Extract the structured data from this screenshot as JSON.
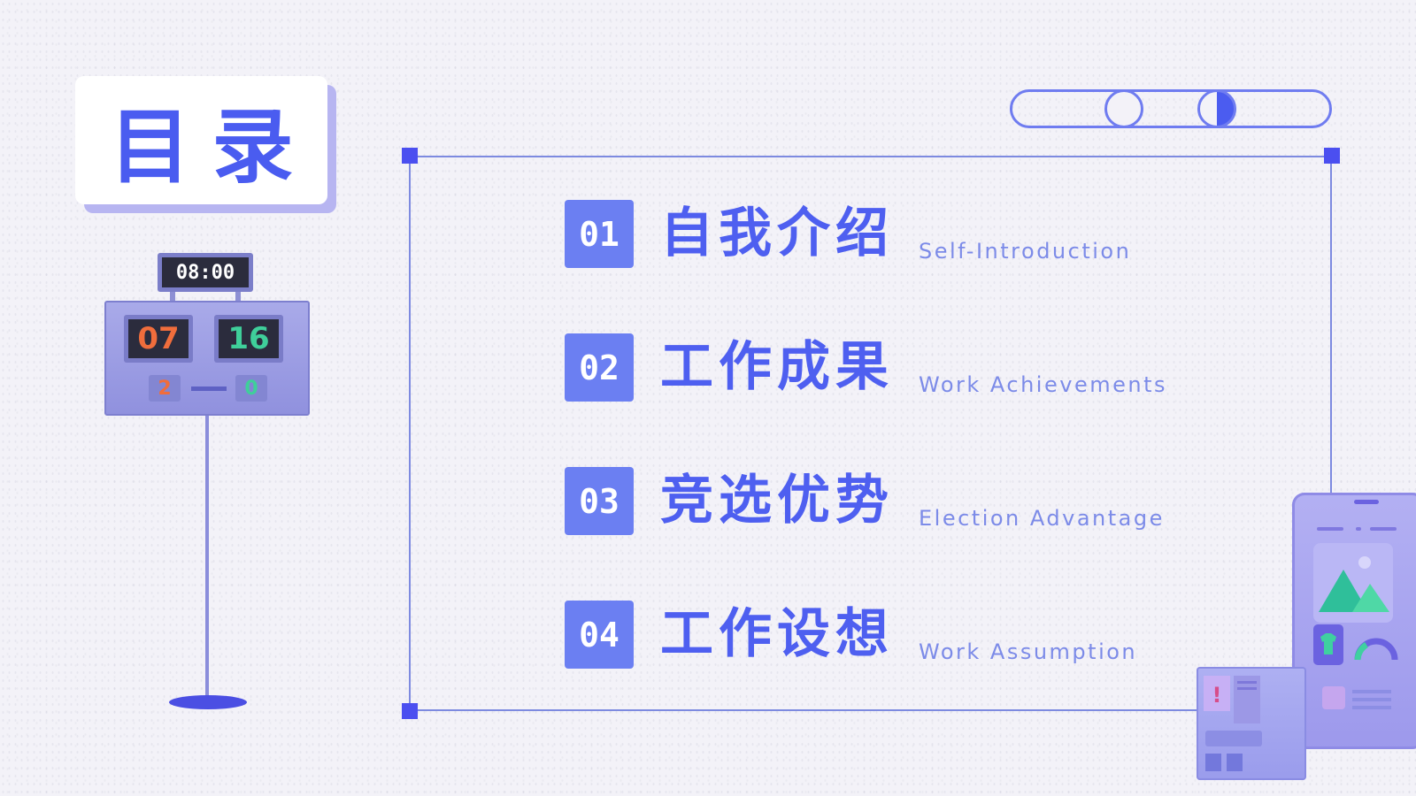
{
  "title": "目录",
  "scoreboard": {
    "clock": "08:00",
    "score_left": "07",
    "score_right": "16",
    "sub_left": "2",
    "sub_right": "0",
    "score_left_color": "#f06d3c",
    "score_right_color": "#3fcf9a"
  },
  "menu": [
    {
      "number": "01",
      "title_cn": "自我介绍",
      "title_en": "Self-Introduction"
    },
    {
      "number": "02",
      "title_cn": "工作成果",
      "title_en": "Work Achievements"
    },
    {
      "number": "03",
      "title_cn": "竞选优势",
      "title_en": "Election Advantage"
    },
    {
      "number": "04",
      "title_cn": "工作设想",
      "title_en": "Work Assumption"
    }
  ],
  "colors": {
    "accent": "#4b5cf0",
    "number_badge": "#6b7ff2",
    "frame": "#7d8ae0",
    "background": "#f3f2f8"
  },
  "icons": [
    "scoreboard-illustration",
    "phone-mockup-illustration",
    "mountain-image-icon",
    "tshirt-icon",
    "gauge-icon",
    "alert-icon"
  ]
}
